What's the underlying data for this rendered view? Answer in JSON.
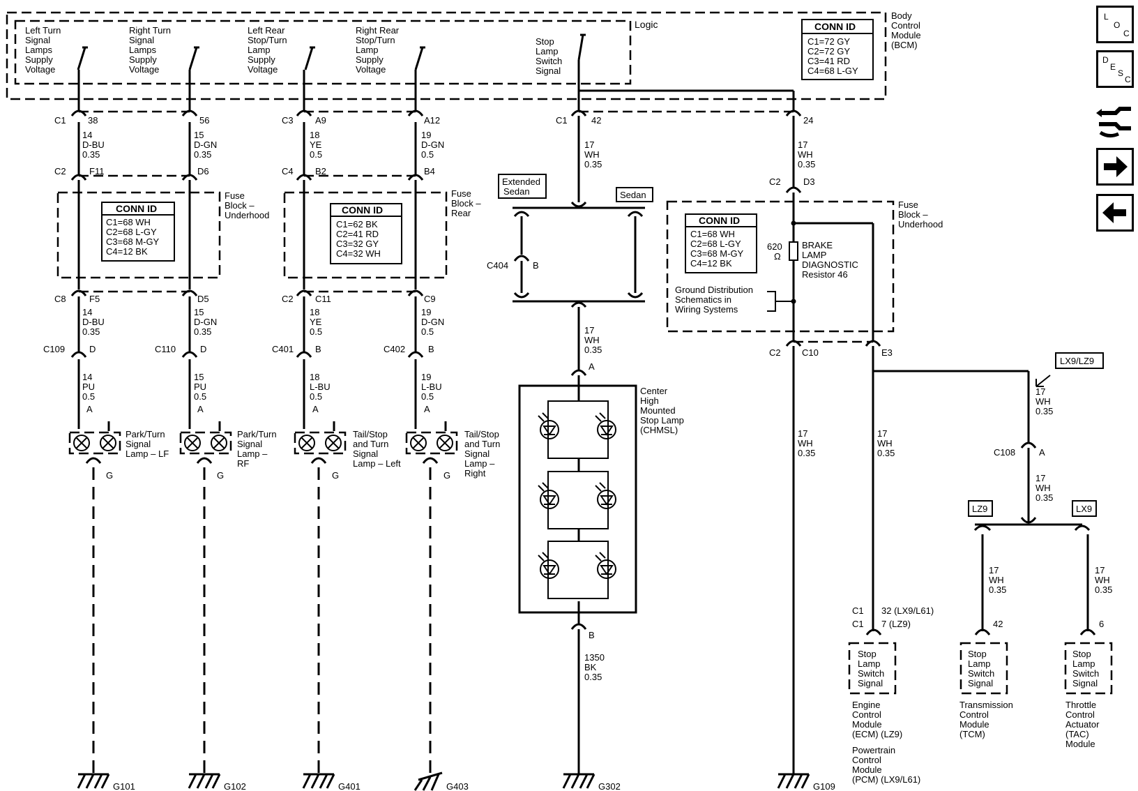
{
  "bcm": {
    "title_lines": [
      "Body",
      "Control",
      "Module",
      "(BCM)"
    ],
    "logic": "Logic",
    "outputs": [
      [
        "Left Turn",
        "Signal",
        "Lamps",
        "Supply",
        "Voltage"
      ],
      [
        "Right Turn",
        "Signal",
        "Lamps",
        "Supply",
        "Voltage"
      ],
      [
        "Left Rear",
        "Stop/Turn",
        "Lamp",
        "Supply",
        "Voltage"
      ],
      [
        "Right Rear",
        "Stop/Turn",
        "Lamp",
        "Supply",
        "Voltage"
      ],
      [
        "Stop",
        "Lamp",
        "Switch",
        "Signal"
      ]
    ],
    "conn_title": "CONN ID",
    "conn_lines": [
      "C1=72 GY",
      "C2=72 GY",
      "C3=41 RD",
      "C4=68 L-GY"
    ]
  },
  "fuse_underhood_left": {
    "title_lines": [
      "Fuse",
      "Block –",
      "Underhood"
    ],
    "conn_title": "CONN ID",
    "conn_lines": [
      "C1=68 WH",
      "C2=68 L-GY",
      "C3=68 M-GY",
      "C4=12 BK"
    ]
  },
  "fuse_rear": {
    "title_lines": [
      "Fuse",
      "Block –",
      "Rear"
    ],
    "conn_title": "CONN ID",
    "conn_lines": [
      "C1=62 BK",
      "C2=41 RD",
      "C3=32 GY",
      "C4=32 WH"
    ]
  },
  "fuse_underhood_right": {
    "title_lines": [
      "Fuse",
      "Block –",
      "Underhood"
    ],
    "conn_title": "CONN ID",
    "conn_lines": [
      "C1=68 WH",
      "C2=68 L-GY",
      "C3=68 M-GY",
      "C4=12 BK"
    ],
    "resistor_value": [
      "620",
      "Ω"
    ],
    "resistor_lines": [
      "BRAKE",
      "LAMP",
      "DIAGNOSTIC",
      "Resistor 46"
    ],
    "ground_lines": [
      "Ground Distribution",
      "Schematics in",
      "Wiring Systems"
    ]
  },
  "labels": {
    "c1": "C1",
    "c2": "C2",
    "c3": "C3",
    "c4": "C4",
    "c8": "C8",
    "p38": "38",
    "p56": "56",
    "pa9": "A9",
    "pa12": "A12",
    "p42": "42",
    "p24": "24",
    "pf11": "F11",
    "pd6": "D6",
    "pb2": "B2",
    "pb4": "B4",
    "pd3": "D3",
    "pf5": "F5",
    "pd5": "D5",
    "pc11": "C11",
    "pc9": "C9",
    "pc10": "C10",
    "pe3": "E3",
    "c109": "C109",
    "c110": "C110",
    "c401": "C401",
    "c402": "C402",
    "c404": "C404",
    "c108": "C108",
    "pin_a": "A",
    "pin_b": "B",
    "pin_d": "D",
    "pin_g": "G"
  },
  "wires": {
    "w1a": [
      "14",
      "D-BU",
      "0.35"
    ],
    "w2a": [
      "15",
      "D-GN",
      "0.35"
    ],
    "w3a": [
      "18",
      "YE",
      "0.5"
    ],
    "w4a": [
      "19",
      "D-GN",
      "0.5"
    ],
    "w1b": [
      "14",
      "D-BU",
      "0.35"
    ],
    "w2b": [
      "15",
      "D-GN",
      "0.35"
    ],
    "w3b": [
      "18",
      "YE",
      "0.5"
    ],
    "w4b": [
      "19",
      "D-GN",
      "0.5"
    ],
    "w1c": [
      "14",
      "PU",
      "0.5"
    ],
    "w2c": [
      "15",
      "PU",
      "0.5"
    ],
    "w3c": [
      "18",
      "L-BU",
      "0.5"
    ],
    "w4c": [
      "19",
      "L-BU",
      "0.5"
    ],
    "w5a": [
      "17",
      "WH",
      "0.35"
    ],
    "w5b": [
      "17",
      "WH",
      "0.35"
    ],
    "w5c": [
      "1350",
      "BK",
      "0.35"
    ],
    "w6a": [
      "17",
      "WH",
      "0.35"
    ],
    "w6b": [
      "17",
      "WH",
      "0.35"
    ],
    "w7": [
      "17",
      "WH",
      "0.35"
    ],
    "w8a": [
      "17",
      "WH",
      "0.35"
    ],
    "w8b": [
      "17",
      "WH",
      "0.35"
    ],
    "w9": [
      "17",
      "WH",
      "0.35"
    ],
    "w10": [
      "17",
      "WH",
      "0.35"
    ]
  },
  "lamps": {
    "lf": [
      "Park/Turn",
      "Signal",
      "Lamp – LF"
    ],
    "rf": [
      "Park/Turn",
      "Signal",
      "Lamp –",
      "RF"
    ],
    "left": [
      "Tail/Stop",
      "and Turn",
      "Signal",
      "Lamp – Left"
    ],
    "right": [
      "Tail/Stop",
      "and Turn",
      "Signal",
      "Lamp –",
      "Right"
    ],
    "chmsl": [
      "Center",
      "High",
      "Mounted",
      "Stop Lamp",
      "(CHMSL)"
    ]
  },
  "options": {
    "extended": [
      "Extended",
      "Sedan"
    ],
    "sedan": "Sedan",
    "lx9_lz9": "LX9/LZ9",
    "lz9": "LZ9",
    "lx9": "LX9"
  },
  "ecm": {
    "c1a": "C1",
    "c1b": "C1",
    "pin_a": "32 (LX9/L61)",
    "pin_b": "7 (LZ9)",
    "box_lines": [
      "Stop",
      "Lamp",
      "Switch",
      "Signal"
    ],
    "module_lines": [
      "Engine",
      "Control",
      "Module",
      "(ECM) (LZ9)"
    ],
    "module2_lines": [
      "Powertrain",
      "Control",
      "Module",
      "(PCM) (LX9/L61)"
    ]
  },
  "tcm": {
    "pin": "42",
    "box_lines": [
      "Stop",
      "Lamp",
      "Switch",
      "Signal"
    ],
    "module_lines": [
      "Transmission",
      "Control",
      "Module",
      "(TCM)"
    ]
  },
  "tac": {
    "pin": "6",
    "box_lines": [
      "Stop",
      "Lamp",
      "Switch",
      "Signal"
    ],
    "module_lines": [
      "Throttle",
      "Control",
      "Actuator",
      "(TAC)",
      "Module"
    ]
  },
  "grounds": [
    "G101",
    "G102",
    "G401",
    "G403",
    "G302",
    "G109"
  ],
  "nav": {
    "loc": [
      "L",
      "O",
      "C"
    ],
    "desc": [
      "D",
      "E",
      "S",
      "C"
    ]
  }
}
